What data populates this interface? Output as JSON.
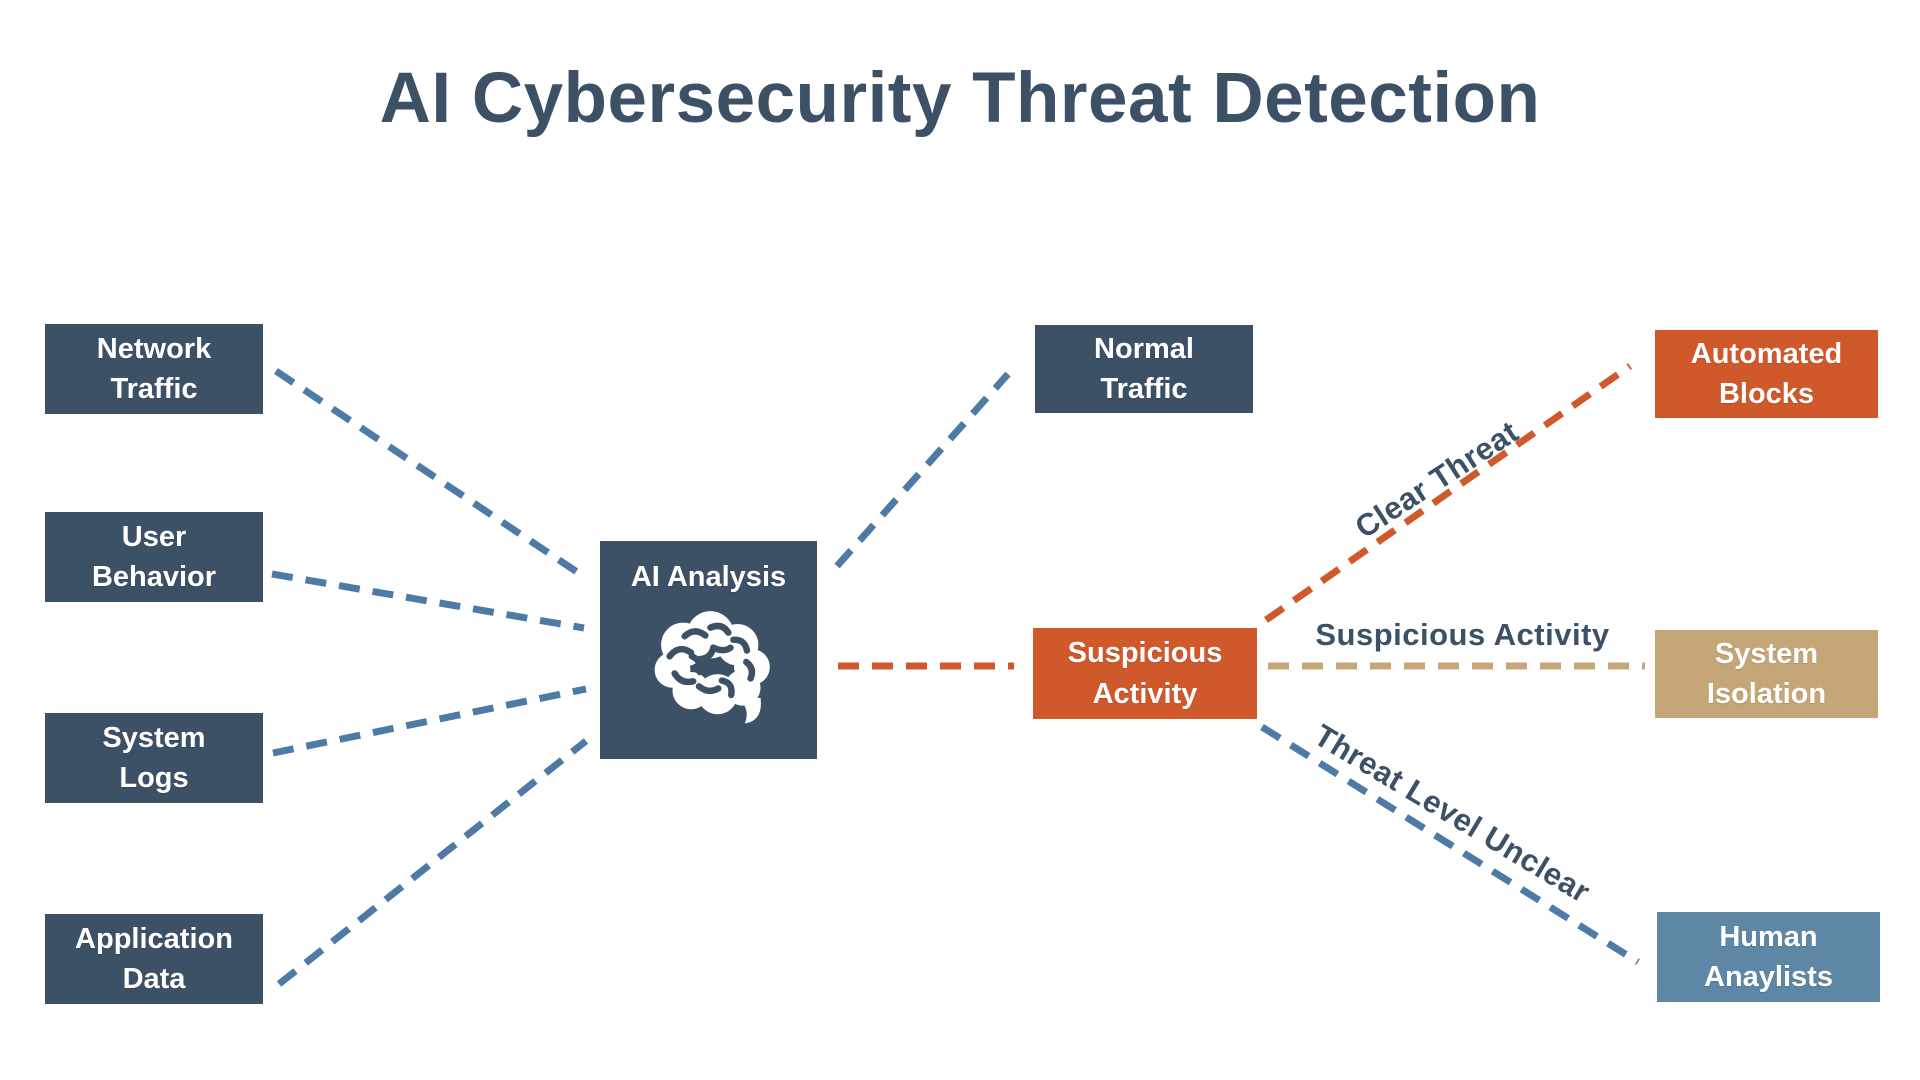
{
  "title": "AI Cybersecurity Threat Detection",
  "colors": {
    "slate": "#3d5166",
    "orange": "#d0592c",
    "tan": "#c5a678",
    "steel": "#5d87a5",
    "line_blue": "#4d7ba6",
    "text_white": "#ffffff"
  },
  "nodes": {
    "network_traffic": {
      "line1": "Network",
      "line2": "Traffic"
    },
    "user_behavior": {
      "line1": "User",
      "line2": "Behavior"
    },
    "system_logs": {
      "line1": "System",
      "line2": "Logs"
    },
    "application_data": {
      "line1": "Application",
      "line2": "Data"
    },
    "ai_analysis": {
      "label": "AI Analysis",
      "icon": "brain-icon"
    },
    "normal_traffic": {
      "line1": "Normal",
      "line2": "Traffic"
    },
    "suspicious_activity": {
      "line1": "Suspicious",
      "line2": "Activity"
    },
    "automated_blocks": {
      "line1": "Automated",
      "line2": "Blocks"
    },
    "system_isolation": {
      "line1": "System",
      "line2": "Isolation"
    },
    "human_analysts": {
      "line1": "Human",
      "line2": "Anaylists"
    }
  },
  "edges": [
    {
      "from": "network-traffic",
      "to": "ai-analysis",
      "label": "",
      "color": "blue"
    },
    {
      "from": "user-behavior",
      "to": "ai-analysis",
      "label": "",
      "color": "blue"
    },
    {
      "from": "system-logs",
      "to": "ai-analysis",
      "label": "",
      "color": "blue"
    },
    {
      "from": "application-data",
      "to": "ai-analysis",
      "label": "",
      "color": "blue"
    },
    {
      "from": "ai-analysis",
      "to": "normal-traffic",
      "label": "",
      "color": "blue"
    },
    {
      "from": "ai-analysis",
      "to": "suspicious-activity",
      "label": "",
      "color": "orange"
    },
    {
      "from": "suspicious-activity",
      "to": "automated-blocks",
      "label": "Clear Threat",
      "color": "orange"
    },
    {
      "from": "suspicious-activity",
      "to": "system-isolation",
      "label": "Suspicious Activity",
      "color": "tan"
    },
    {
      "from": "suspicious-activity",
      "to": "human-analysts",
      "label": "Threat Level Unclear",
      "color": "blue"
    }
  ]
}
